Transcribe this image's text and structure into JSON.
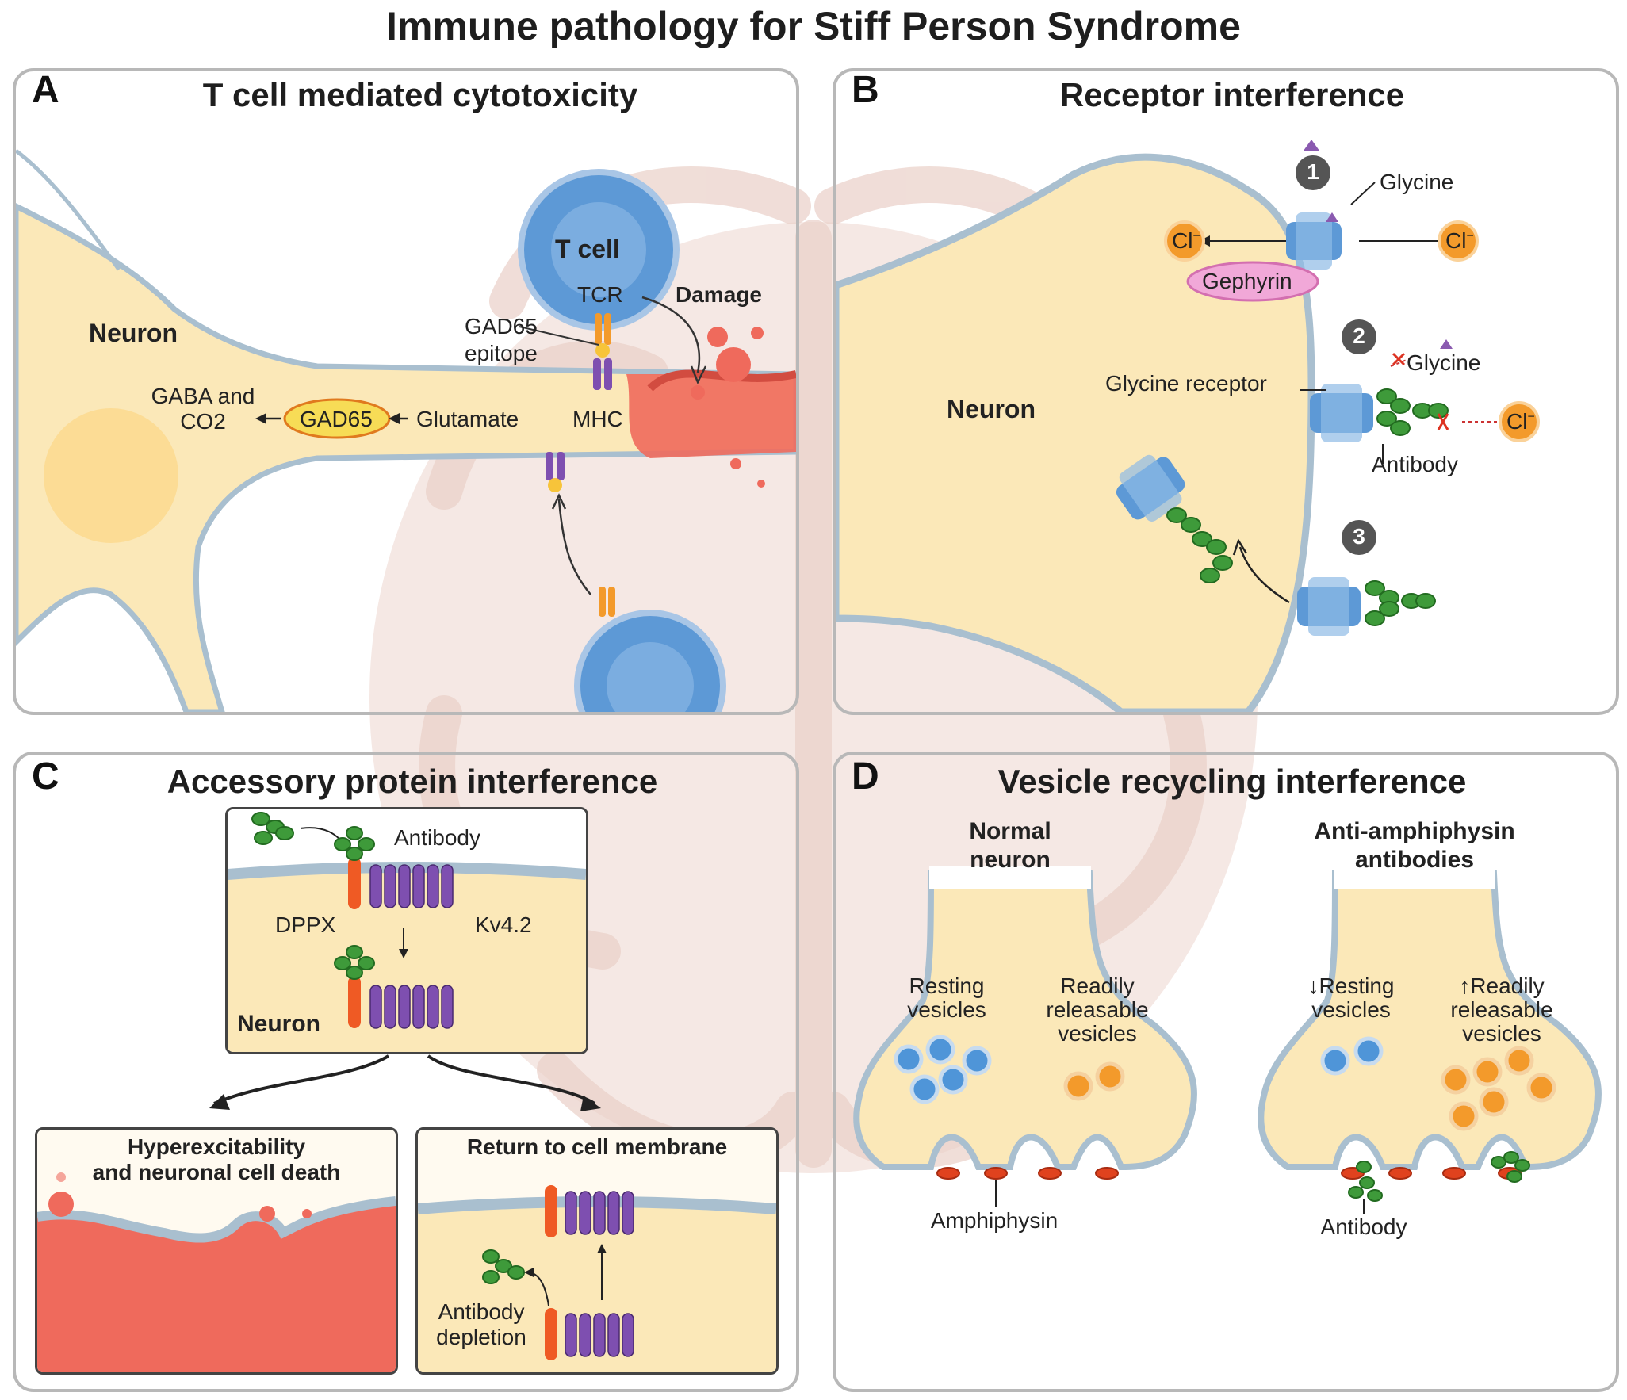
{
  "title": "Immune pathology for Stiff Person Syndrome",
  "colors": {
    "cytoplasm": "#fbe8b8",
    "membrane": "#a9bfcf",
    "tcell": "#5d99d6",
    "damage": "#ef6a5c",
    "antibody": "#3e9a3a",
    "channel": "#7e4fb0",
    "dppx": "#ef5a24",
    "vesicle_blue": "#4f95d8",
    "vesicle_orange": "#f39a2b"
  },
  "panel_a": {
    "letter": "A",
    "title": "T cell mediated cytotoxicity",
    "tcell": "T cell",
    "tcr": "TCR",
    "damage": "Damage",
    "gad_epitope_1": "GAD65",
    "gad_epitope_2": "epitope",
    "neuron": "Neuron",
    "gaba_1": "GABA and",
    "gaba_2": "CO2",
    "gad65": "GAD65",
    "glutamate": "Glutamate",
    "mhc": "MHC"
  },
  "panel_b": {
    "letter": "B",
    "title": "Receptor interference",
    "step1": "1",
    "step2": "2",
    "step3": "3",
    "glycine_1": "Glycine",
    "glycine_2": "Glycine",
    "cl": "Cl",
    "cl_sup": "−",
    "gephyrin": "Gephyrin",
    "glycine_receptor": "Glycine receptor",
    "neuron": "Neuron",
    "antibody": "Antibody"
  },
  "panel_c": {
    "letter": "C",
    "title": "Accessory protein interference",
    "antibody": "Antibody",
    "dppx": "DPPX",
    "kv": "Kv4.2",
    "neuron": "Neuron",
    "hyper_1": "Hyperexcitability",
    "hyper_2": "and neuronal cell death",
    "return": "Return to cell membrane",
    "depletion_1": "Antibody",
    "depletion_2": "depletion"
  },
  "panel_d": {
    "letter": "D",
    "title": "Vesicle recycling interference",
    "normal_1": "Normal",
    "normal_2": "neuron",
    "anti_1": "Anti-amphiphysin",
    "anti_2": "antibodies",
    "resting_1": "Resting",
    "resting_2": "vesicles",
    "readily_1": "Readily",
    "readily_2": "releasable",
    "readily_3": "vesicles",
    "down_resting": "↓Resting",
    "up_readily": "↑Readily",
    "amphiphysin": "Amphiphysin",
    "antibody": "Antibody"
  }
}
